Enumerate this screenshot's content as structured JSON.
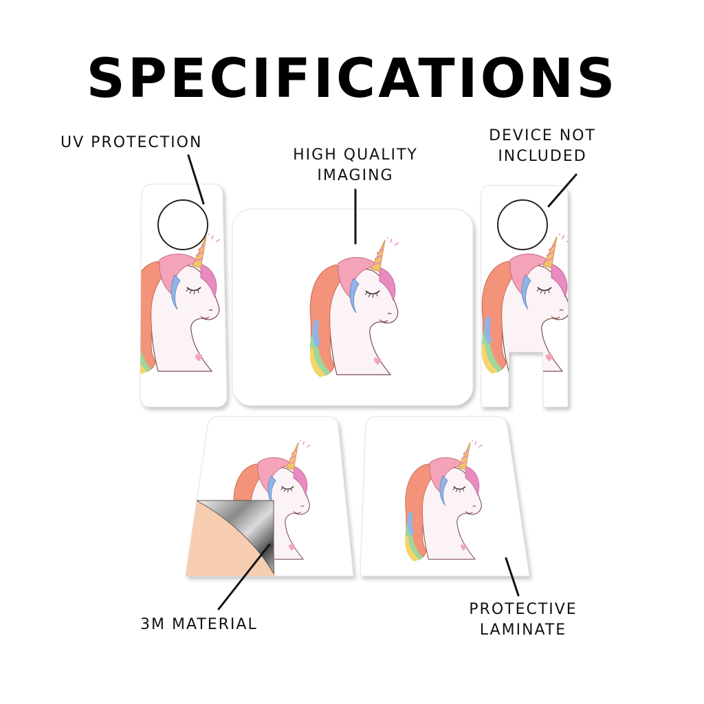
{
  "title": "SPECIFICATIONS",
  "callouts": {
    "uv_protection": "UV PROTECTION",
    "high_quality_line1": "HIGH QUALITY",
    "high_quality_line2": "IMAGING",
    "device_line1": "DEVICE NOT",
    "device_line2": "INCLUDED",
    "material": "3M MATERIAL",
    "laminate_line1": "PROTECTIVE",
    "laminate_line2": "LAMINATE"
  },
  "colors": {
    "background": "#ffffff",
    "text": "#111111",
    "backing": "#f6cdb0",
    "mane_coral": "#f3937a",
    "mane_pink": "#f4a3b8",
    "mane_blue": "#8fb4e8",
    "mane_yellow": "#f5d56a",
    "mane_green": "#9fd69a",
    "horn_gold": "#f2c46a",
    "eye_blue": "#7fa6dc"
  }
}
